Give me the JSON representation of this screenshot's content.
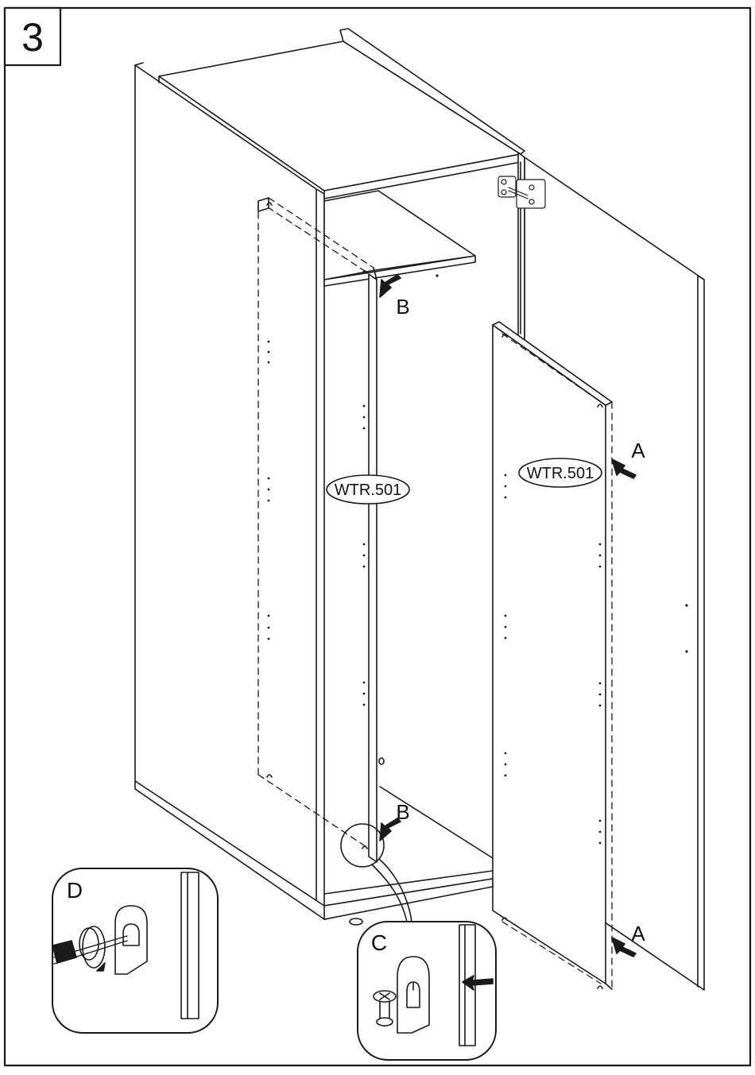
{
  "step": {
    "number": "3"
  },
  "part_labels": {
    "left_door": "WTR.501",
    "right_door": "WTR.501"
  },
  "callouts": {
    "a_top": "A",
    "a_bottom": "A",
    "b_top": "B",
    "b_bottom": "B",
    "detail_c": "C",
    "detail_d": "D"
  },
  "colors": {
    "line": "#1a1a1a",
    "background": "#ffffff"
  }
}
